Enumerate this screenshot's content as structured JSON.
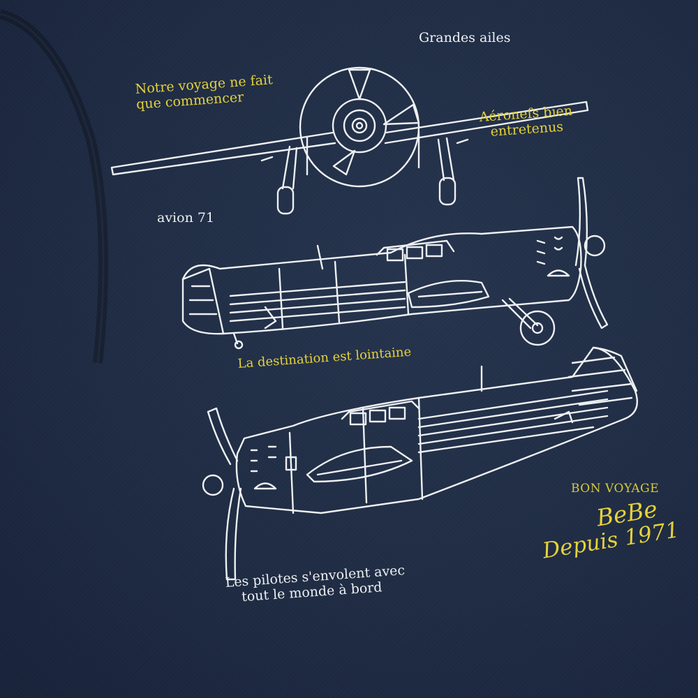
{
  "colors": {
    "fabric": "#1f2c44",
    "print_white": "#eef0f2",
    "print_yellow": "#e5d23a"
  },
  "print": {
    "grandes_ailes": "Grandes ailes",
    "notre_line1": "Notre voyage ne fait",
    "notre_line2": "que commencer",
    "aeronefs_line1": "Aéronefs bien",
    "aeronefs_line2": "entretenus",
    "avion": "avion 71",
    "destination": "La destination est lointaine",
    "bon_voyage": "BON VOYAGE",
    "bebe": "BeBe",
    "depuis": "Depuis 1971",
    "pilotes_line1": "Les pilotes s'envolent avec",
    "pilotes_line2": "tout le monde à bord"
  }
}
